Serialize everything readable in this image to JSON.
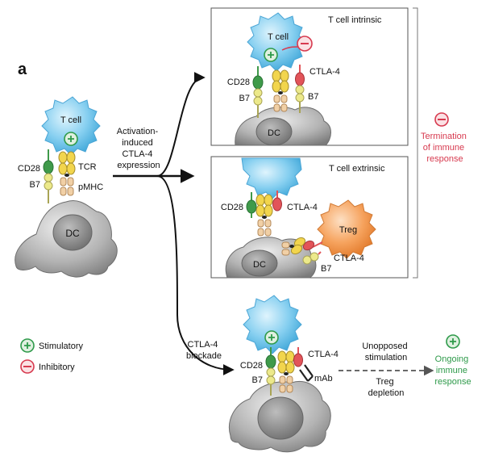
{
  "panel_letter": "a",
  "left": {
    "tcell": "T cell",
    "cd28": "CD28",
    "b7": "B7",
    "tcr": "TCR",
    "pmhc": "pMHC",
    "dc": "DC"
  },
  "arrow_text": [
    "Activation-",
    "induced",
    "CTLA-4",
    "expression"
  ],
  "intrinsic": {
    "title": "T cell intrinsic",
    "tcell": "T cell",
    "cd28": "CD28",
    "b7_left": "B7",
    "ctla4": "CTLA-4",
    "b7_right": "B7",
    "dc": "DC"
  },
  "extrinsic": {
    "title": "T cell extrinsic",
    "cd28": "CD28",
    "ctla4": "CTLA-4",
    "treg": "Treg",
    "dc": "DC",
    "ctla4_treg": "CTLA-4",
    "b7": "B7"
  },
  "termination": [
    "Termination",
    "of immune",
    "response"
  ],
  "blockade": {
    "label": [
      "CTLA-4",
      "blockade"
    ],
    "cd28": "CD28",
    "b7": "B7",
    "ctla4": "CTLA-4",
    "mab": "mAb"
  },
  "unopposed": [
    "Unopposed",
    "stimulation"
  ],
  "treg_depletion": [
    "Treg",
    "depletion"
  ],
  "ongoing": [
    "Ongoing",
    "immune",
    "response"
  ],
  "legend": {
    "stimulatory": "Stimulatory",
    "inhibitory": "Inhibitory"
  },
  "colors": {
    "tcell": "#7ccbee",
    "dc": "#a9a9a9",
    "treg": "#f39a55",
    "stimulatory": "#2e9a4a",
    "inhibitory": "#d73a4f",
    "cd28": "#3f9a4a",
    "ctla4": "#e25459",
    "tcr": "#f2d54d",
    "b7": "#ece98a"
  }
}
